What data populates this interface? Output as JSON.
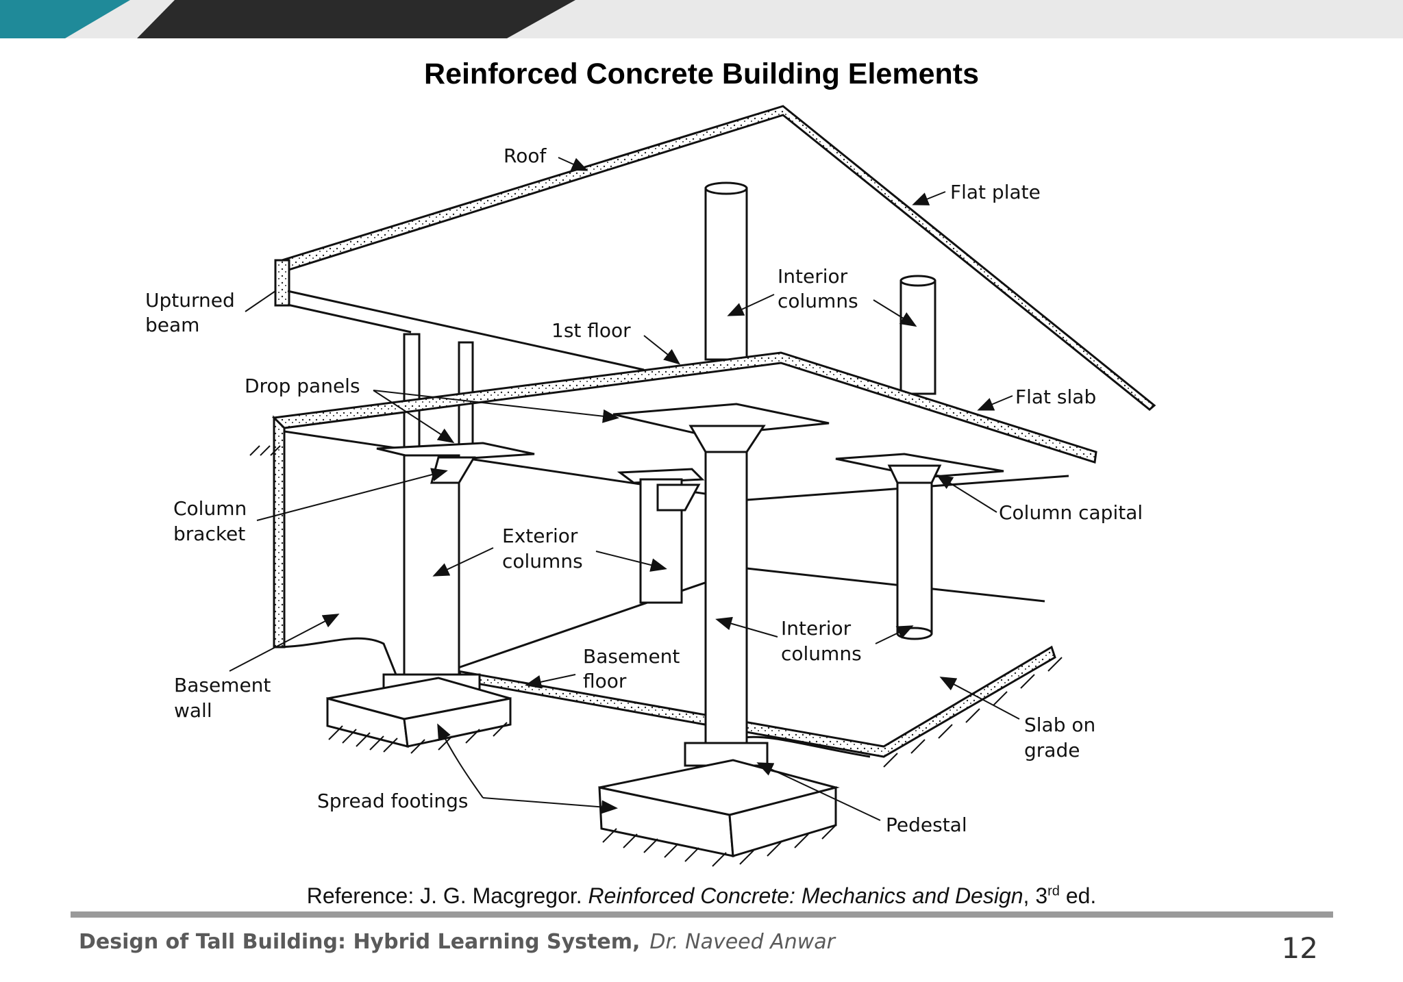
{
  "title": "Reinforced Concrete Building Elements",
  "labels": {
    "roof": "Roof",
    "flat_plate": "Flat plate",
    "upturned_beam_1": "Upturned",
    "upturned_beam_2": "beam",
    "interior_columns_upper_1": "Interior",
    "interior_columns_upper_2": "columns",
    "first_floor": "1st floor",
    "drop_panels": "Drop panels",
    "flat_slab": "Flat slab",
    "column_bracket_1": "Column",
    "column_bracket_2": "bracket",
    "column_capital": "Column capital",
    "exterior_columns_1": "Exterior",
    "exterior_columns_2": "columns",
    "interior_columns_lower_1": "Interior",
    "interior_columns_lower_2": "columns",
    "basement_floor_1": "Basement",
    "basement_floor_2": "floor",
    "basement_wall_1": "Basement",
    "basement_wall_2": "wall",
    "slab_on_grade_1": "Slab on",
    "slab_on_grade_2": "grade",
    "spread_footings": "Spread footings",
    "pedestal": "Pedestal"
  },
  "reference": {
    "prefix": "Reference: J. G. Macgregor. ",
    "book": "Reinforced Concrete: Mechanics and Design",
    "edition_num": ", 3",
    "edition_sup": "rd",
    "edition_suffix": " ed."
  },
  "footer": {
    "course": "Design of Tall Building: Hybrid Learning System,",
    "author": "Dr. Naveed Anwar",
    "page_number": "12"
  },
  "colors": {
    "teal": "#1f8a99",
    "dark_band": "#2a2a2a",
    "light_band": "#e9e9e9",
    "rule": "#9a9a9a"
  }
}
